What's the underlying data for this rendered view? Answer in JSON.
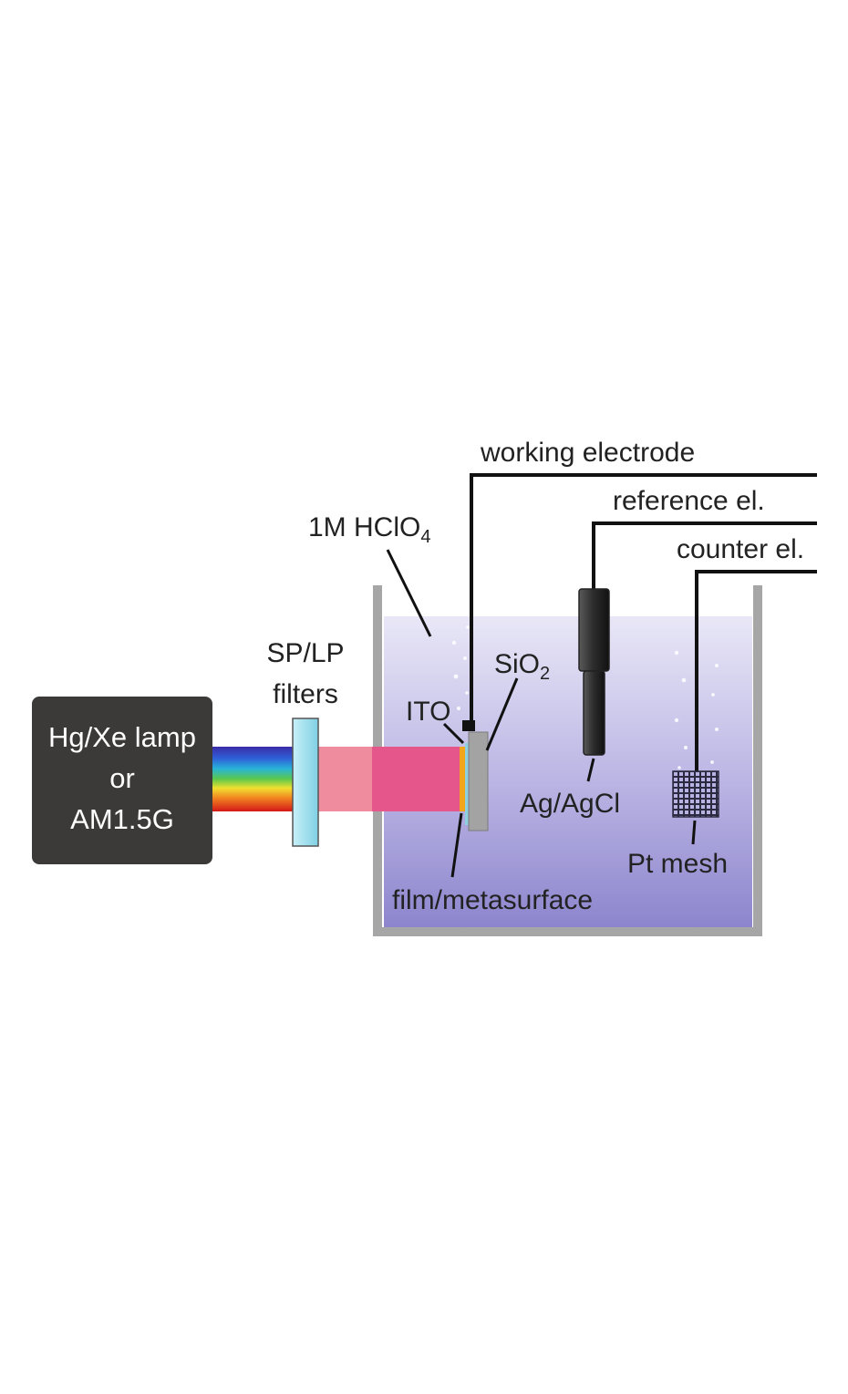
{
  "labels": {
    "lamp_line1": "Hg/Xe lamp",
    "lamp_line2": "or",
    "lamp_line3": "AM1.5G",
    "filters_line1": "SP/LP",
    "filters_line2": "filters",
    "electrolyte_main": "1M HClO",
    "electrolyte_sub": "4",
    "ito": "ITO",
    "sio2_main": "SiO",
    "sio2_sub": "2",
    "film": "film/metasurface",
    "working_electrode": "working electrode",
    "reference_electrode": "reference el.",
    "counter_electrode": "counter el.",
    "agagcl": "Ag/AgCl",
    "pt_mesh": "Pt mesh"
  },
  "colors": {
    "lamp_box": "#3b3a39",
    "beam_pink": "#e8547a",
    "filter_glass": "#9fe0ee",
    "electrolyte_top": "#e6e3f6",
    "electrolyte_bottom": "#8a83cc",
    "vessel_wall": "#a6a6a6",
    "film_orange": "#f2a51a",
    "wire": "#111111"
  }
}
